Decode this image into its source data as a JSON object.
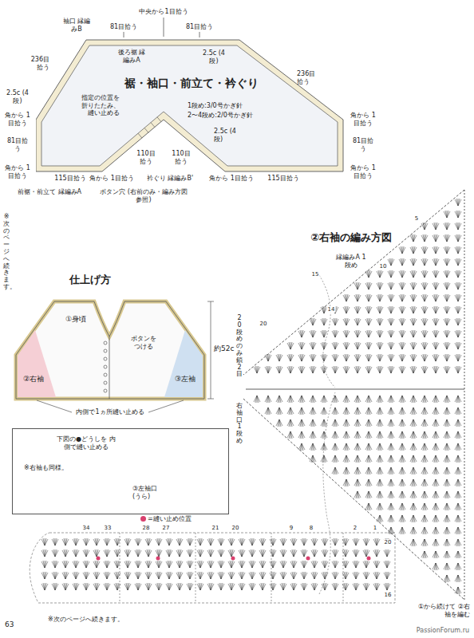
{
  "diagram": {
    "nodes": [
      {
        "text": [
          "裾・袖口・前立て・衿ぐり",
          "1段め:3/0号かぎ針",
          "2〜4段め:2/0号かぎ針"
        ]
      },
      {
        "text": [
          "下図の●どうしを 内側で縫い止める",
          "※右袖も同様。",
          "③左袖口 (うら)"
        ]
      }
    ],
    "labels": [
      "中央から1目拾う",
      "81目拾う",
      "81目拾う",
      "袖口 縁編みB",
      "後ろ裾 縁編みA",
      "2.5c (4段)",
      "236目拾う",
      "236目拾う",
      "2.5c (4段)",
      "角から 1目拾う",
      "角から 1目拾う",
      "81目拾う",
      "81目拾う",
      "指定の位置を 折りたたみ、 縫い止める",
      "2.5c (4段)",
      "110目拾う",
      "110目拾う",
      "115目拾う",
      "115目拾う",
      "角から 1目拾う",
      "衿ぐり 縁編みB'",
      "角から 1目拾う",
      "角から 1目拾う",
      "角から 1目拾う",
      "前裾・前立て 縁編みA",
      "ボタン穴 (右前のみ・編み方図参照)",
      "※次のページへ続きます。",
      "②右袖の編み方図",
      "5",
      "10",
      "15",
      "14",
      "20",
      "縁編みA 1段め",
      "20段めのみ鎖2目",
      "右袖口1段め",
      "仕上げ方",
      "①身頃",
      "ボタンを つける",
      "②右袖",
      "③左袖",
      "約52c",
      "内側で1ヵ所縫い止める",
      "34",
      "33",
      "28",
      "27",
      "21",
      "20",
      "9",
      "8",
      "2",
      "1",
      "20",
      "16",
      "①から続けて ②右袖を編む",
      "63",
      "※次のページへ続きます。",
      "PassionForum.ru"
    ],
    "legend": [
      {
        "text": "=縫い止め位置",
        "color": "#d9406e"
      }
    ]
  }
}
